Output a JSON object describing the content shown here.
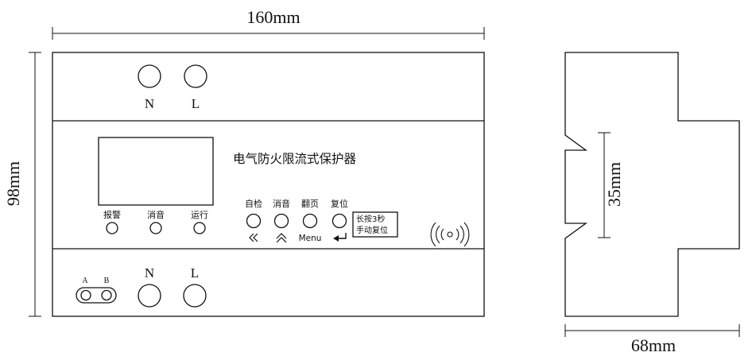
{
  "dimensions": {
    "width": "160mm",
    "height": "98mm",
    "rail": "35mm",
    "depth": "68mm"
  },
  "top_terminals": {
    "n": "N",
    "l": "L"
  },
  "panel": {
    "title": "电气防火限流式保护器",
    "indicators": [
      "报警",
      "消音",
      "运行"
    ],
    "buttons": [
      {
        "label": "自检",
        "icon": "double-chevron-left-icon"
      },
      {
        "label": "消音",
        "icon": "double-chevron-up-icon"
      },
      {
        "label": "翻页",
        "text": "Menu"
      },
      {
        "label": "复位",
        "icon": "enter-arrow-icon"
      }
    ],
    "note_line1": "长按3秒",
    "note_line2": "手动复位",
    "wireless_icon": "wireless-signal-icon"
  },
  "bottom_terminals": {
    "a": "A",
    "b": "B",
    "n": "N",
    "l": "L"
  }
}
